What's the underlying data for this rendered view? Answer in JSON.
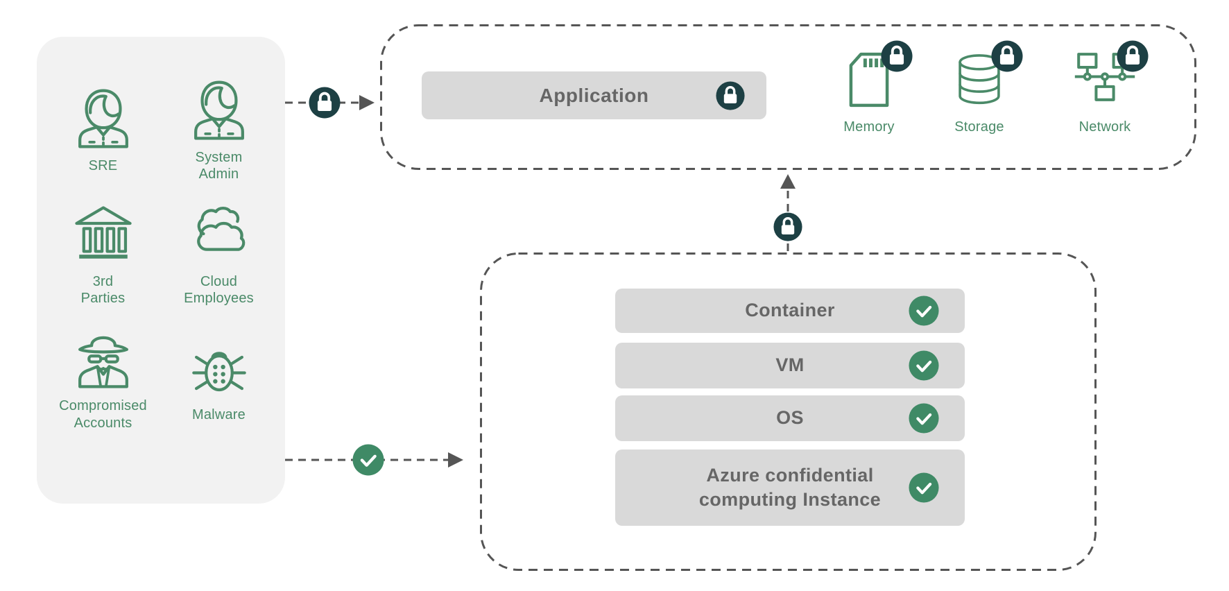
{
  "colors": {
    "icon_green": "#4a8a68",
    "check_green": "#3f8a66",
    "lock_teal": "#1d4044",
    "bar_gray": "#d9d9d9",
    "panel_gray": "#f2f2f2",
    "label_gray": "#666666",
    "dash_gray": "#555555"
  },
  "threat_panel": {
    "items": [
      {
        "label": "SRE",
        "icon": "person-icon"
      },
      {
        "label": "System\nAdmin",
        "icon": "person-icon"
      },
      {
        "label": "3rd\nParties",
        "icon": "bank-icon"
      },
      {
        "label": "Cloud\nEmployees",
        "icon": "clouds-icon"
      },
      {
        "label": "Compromised\nAccounts",
        "icon": "spy-icon"
      },
      {
        "label": "Malware",
        "icon": "bug-icon"
      }
    ]
  },
  "application_box": {
    "app_label": "Application",
    "app_badge": "lock",
    "resources": [
      {
        "label": "Memory",
        "icon": "memory-card-icon",
        "badge": "lock"
      },
      {
        "label": "Storage",
        "icon": "database-icon",
        "badge": "lock"
      },
      {
        "label": "Network",
        "icon": "network-icon",
        "badge": "lock"
      }
    ]
  },
  "stack_box": {
    "layers": [
      {
        "label": "Container",
        "badge": "check"
      },
      {
        "label": "VM",
        "badge": "check"
      },
      {
        "label": "OS",
        "badge": "check"
      },
      {
        "label": "Azure confidential\ncomputing Instance",
        "badge": "check"
      }
    ]
  },
  "connections": [
    {
      "from": "threat-panel",
      "to": "application-box",
      "badge": "lock"
    },
    {
      "from": "threat-panel",
      "to": "stack-box",
      "badge": "check"
    },
    {
      "from": "stack-box",
      "to": "application-box",
      "badge": "lock"
    }
  ]
}
